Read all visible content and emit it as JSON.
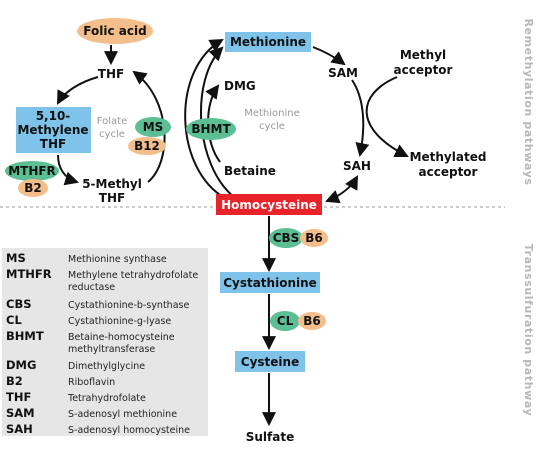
{
  "nodes": {
    "folic_acid": "Folic acid",
    "thf": "THF",
    "methylene_thf": [
      "5,10-",
      "Methylene",
      "THF"
    ],
    "methyl_thf": [
      "5-Methyl",
      "THF"
    ],
    "methionine": "Methionine",
    "sam": "SAM",
    "methyl_acceptor": [
      "Methyl",
      "acceptor"
    ],
    "methylated_acceptor": [
      "Methylated",
      "acceptor"
    ],
    "sah": "SAH",
    "dmg": "DMG",
    "betaine": "Betaine",
    "homocysteine": "Homocysteine",
    "cystathionine": "Cystathionine",
    "cysteine": "Cysteine",
    "sulfate": "Sulfate"
  },
  "enzymes": {
    "ms": "MS",
    "b12": "B12",
    "bhmt": "BHMT",
    "mthfr": "MTHFR",
    "b2": "B2",
    "cbs": "CBS",
    "b6_cbs": "B6",
    "cl": "CL",
    "b6_cl": "B6"
  },
  "cycles": {
    "folate": [
      "Folate",
      "cycle"
    ],
    "methionine": [
      "Methionine",
      "cycle"
    ]
  },
  "side_labels": {
    "remethylation": "Remethylation pathways",
    "transsulfuration": "Transsulfuration pathway"
  },
  "legend": [
    {
      "abbr": "MS",
      "def": [
        "Methionine synthase"
      ]
    },
    {
      "abbr": "MTHFR",
      "def": [
        "Methylene tetrahydrofolate",
        "reductase"
      ]
    },
    {
      "abbr": "CBS",
      "def": [
        "Cystathionine-b-synthase"
      ]
    },
    {
      "abbr": "CL",
      "def": [
        "Cystathionine-g-lyase"
      ]
    },
    {
      "abbr": "BHMT",
      "def": [
        "Betaine-homocysteine",
        "methyltransferase"
      ]
    },
    {
      "abbr": "DMG",
      "def": [
        "Dimethylglycine"
      ]
    },
    {
      "abbr": "B2",
      "def": [
        "Riboflavin"
      ]
    },
    {
      "abbr": "THF",
      "def": [
        "Tetrahydrofolate"
      ]
    },
    {
      "abbr": "SAM",
      "def": [
        "S-adenosyl methionine"
      ]
    },
    {
      "abbr": "SAH",
      "def": [
        "S-adenosyl homocysteine"
      ]
    }
  ],
  "colors": {
    "blue_box": "#7fc3ea",
    "red_box": "#e8232a",
    "orange_pill": "#f4bd8c",
    "green_pill": "#5cbf94",
    "legend_bg": "#e6e6e6",
    "arrow": "#111111",
    "divider": "#999999"
  }
}
